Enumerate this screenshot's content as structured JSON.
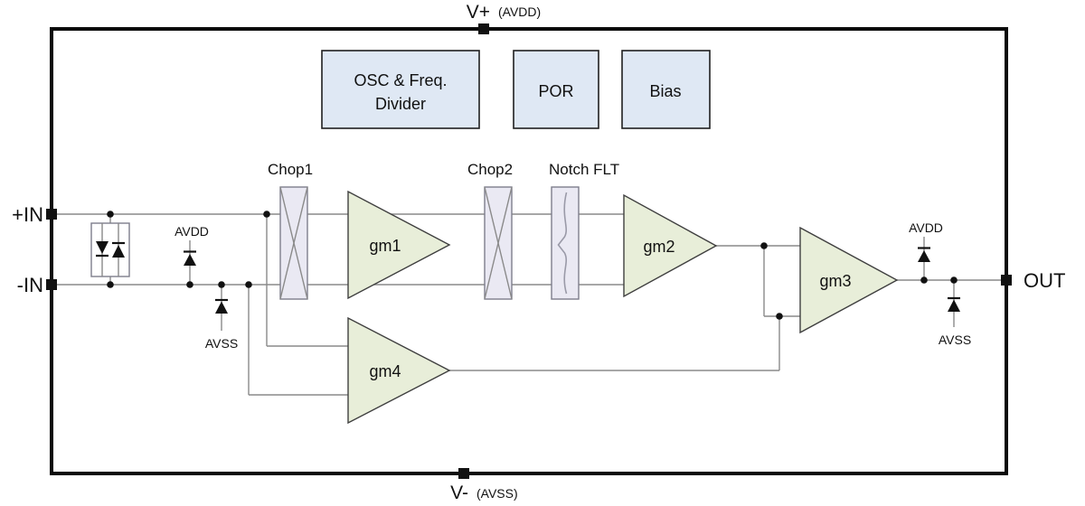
{
  "colors": {
    "amp_fill": "#e8eed9",
    "chop_fill": "#eae9f3",
    "notch_fill": "#eae9f3",
    "logic_fill": "#dfe8f4",
    "wire": "#8a8a8a",
    "ink": "#111111"
  },
  "pins": {
    "vplus": "V+",
    "vplus_rail": "(AVDD)",
    "vminus": "V-",
    "vminus_rail": "(AVSS)",
    "in_pos": "+IN",
    "in_neg": "-IN",
    "out": "OUT"
  },
  "blocks": {
    "osc_line1": "OSC & Freq.",
    "osc_line2": "Divider",
    "por": "POR",
    "bias": "Bias",
    "chop1": "Chop1",
    "chop2": "Chop2",
    "notch": "Notch FLT",
    "gm1": "gm1",
    "gm2": "gm2",
    "gm3": "gm3",
    "gm4": "gm4"
  },
  "rails": {
    "avdd": "AVDD",
    "avss": "AVSS"
  }
}
